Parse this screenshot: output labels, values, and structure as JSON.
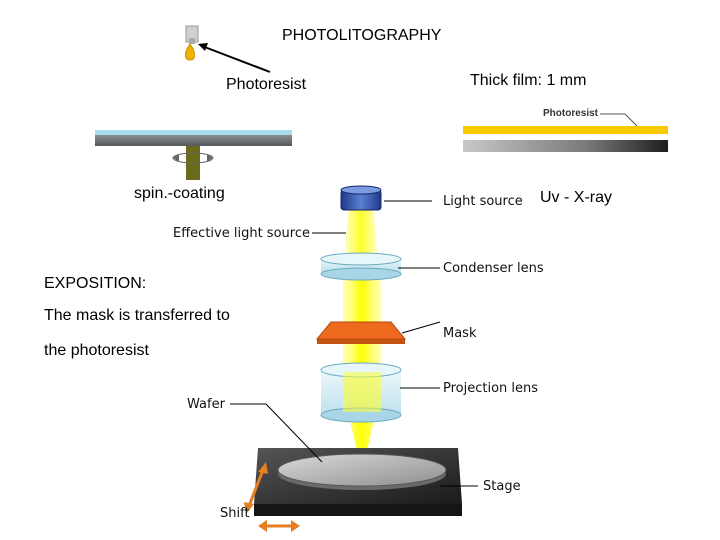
{
  "title": "PHOTOLITOGRAPHY",
  "top_left": {
    "photoresist_label": "Photoresist",
    "spin_coating_label": "spin.-coating"
  },
  "top_right": {
    "thick_film_label": "Thick film: 1 mm",
    "inset_photoresist_label": "Photoresist"
  },
  "exposition": {
    "heading": "EXPOSITION:",
    "line1": "The mask is transferred to",
    "line2": "the photoresist"
  },
  "diagram_labels": {
    "light_source": "Light source",
    "uv_xray": "Uv - X-ray",
    "effective_light_source": "Effective light source",
    "condenser_lens": "Condenser lens",
    "mask": "Mask",
    "projection_lens": "Projection lens",
    "wafer": "Wafer",
    "stage": "Stage",
    "shift": "Shift"
  },
  "colors": {
    "photoresist_layer": "#a9dcea",
    "substrate": "#6f7378",
    "yellow_film": "#f8c800",
    "light_beam": "#ffff33",
    "mask": "#ee6a1e",
    "arrow_orange": "#e67e22",
    "stage_dark": "#2e2e2e"
  }
}
